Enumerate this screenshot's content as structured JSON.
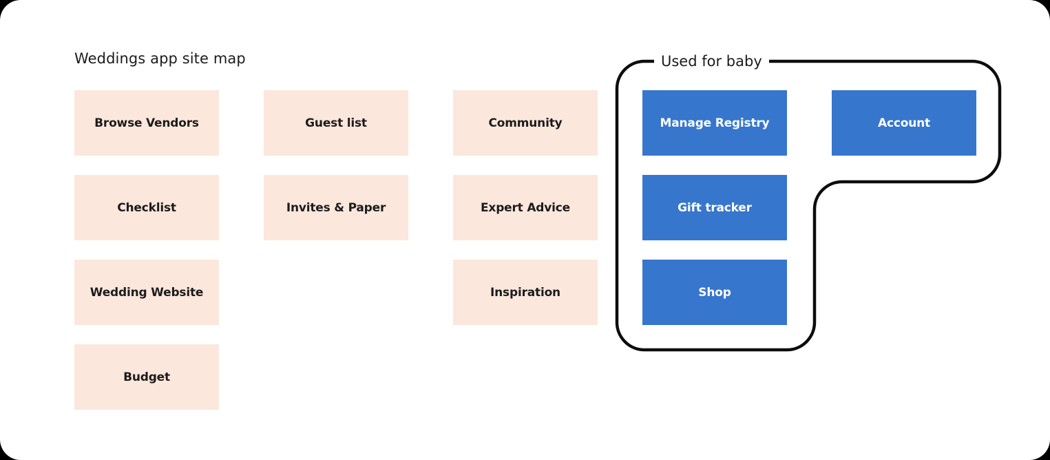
{
  "title": "Weddings app site map",
  "annotation": {
    "label": "Used for baby"
  },
  "colors": {
    "pink_box": "#FCE7DC",
    "blue_box": "#3776CD",
    "outline": "#0D0D0D",
    "text_dark": "#1C1C1C",
    "text_light": "#FFFFFF"
  },
  "wedding_section": {
    "boxes": [
      {
        "label": "Browse Vendors"
      },
      {
        "label": "Guest list"
      },
      {
        "label": "Community"
      },
      {
        "label": "Checklist"
      },
      {
        "label": "Invites & Paper"
      },
      {
        "label": "Expert Advice"
      },
      {
        "label": "Wedding Website"
      },
      {
        "label": "Inspiration"
      },
      {
        "label": "Budget"
      }
    ]
  },
  "baby_section": {
    "boxes": [
      {
        "label": "Manage Registry"
      },
      {
        "label": "Account"
      },
      {
        "label": "Gift tracker"
      },
      {
        "label": "Shop"
      }
    ]
  }
}
